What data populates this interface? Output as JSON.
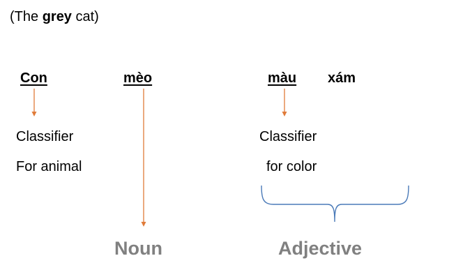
{
  "caption": {
    "open": "(The ",
    "bold": "grey",
    "close": " cat)"
  },
  "words": {
    "con": "Con",
    "meo": "mèo",
    "mau": "màu",
    "xam": "xám"
  },
  "labels": {
    "classifier_1": "Classifier",
    "for_animal": "For animal",
    "classifier_2": "Classifier",
    "for_color": "for color"
  },
  "categories": {
    "noun": "Noun",
    "adjective": "Adjective"
  },
  "colors": {
    "arrow": "#e07b39",
    "brace": "#4a7ab8",
    "category_text": "#808080"
  }
}
